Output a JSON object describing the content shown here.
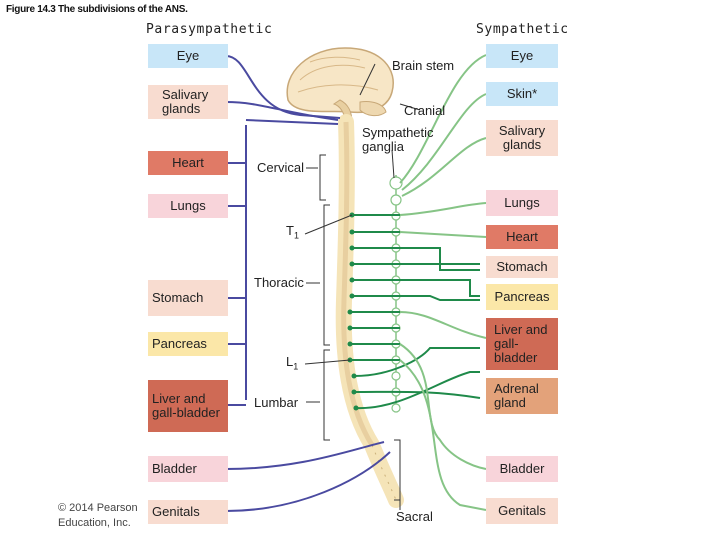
{
  "figure_title": "Figure 14.3 The subdivisions of the ANS.",
  "headings": {
    "left": "Parasympathetic",
    "right": "Sympathetic"
  },
  "parasympathetic_organs": [
    "Eye",
    "Salivary glands",
    "Heart",
    "Lungs",
    "Stomach",
    "Pancreas",
    "Liver and gall-bladder",
    "Bladder",
    "Genitals"
  ],
  "sympathetic_organs": [
    "Eye",
    "Skin*",
    "Salivary glands",
    "Lungs",
    "Heart",
    "Stomach",
    "Pancreas",
    "Liver and gall-bladder",
    "Adrenal gland",
    "Bladder",
    "Genitals"
  ],
  "region_labels": {
    "brain_stem": "Brain stem",
    "cranial": "Cranial",
    "sympathetic_ganglia": "Sympathetic ganglia",
    "cervical": "Cervical",
    "t1": "T",
    "t1_sub": "1",
    "thoracic": "Thoracic",
    "l1": "L",
    "l1_sub": "1",
    "lumbar": "Lumbar",
    "sacral": "Sacral"
  },
  "copyright": "© 2014 Pearson Education, Inc.",
  "colors": {
    "parasympathetic_nerve": "#4a4aa0",
    "sympathetic_preganglionic": "#1f8a4a",
    "sympathetic_postganglionic": "#86c486",
    "box_blue": "#c8e6f8",
    "box_salmon": "#f8dcd0",
    "box_red": "#e07a66",
    "box_pink": "#f8d4da",
    "box_yellow": "#fbe7a8",
    "box_brick": "#cf6a55",
    "spine": "#f5e4b8"
  }
}
